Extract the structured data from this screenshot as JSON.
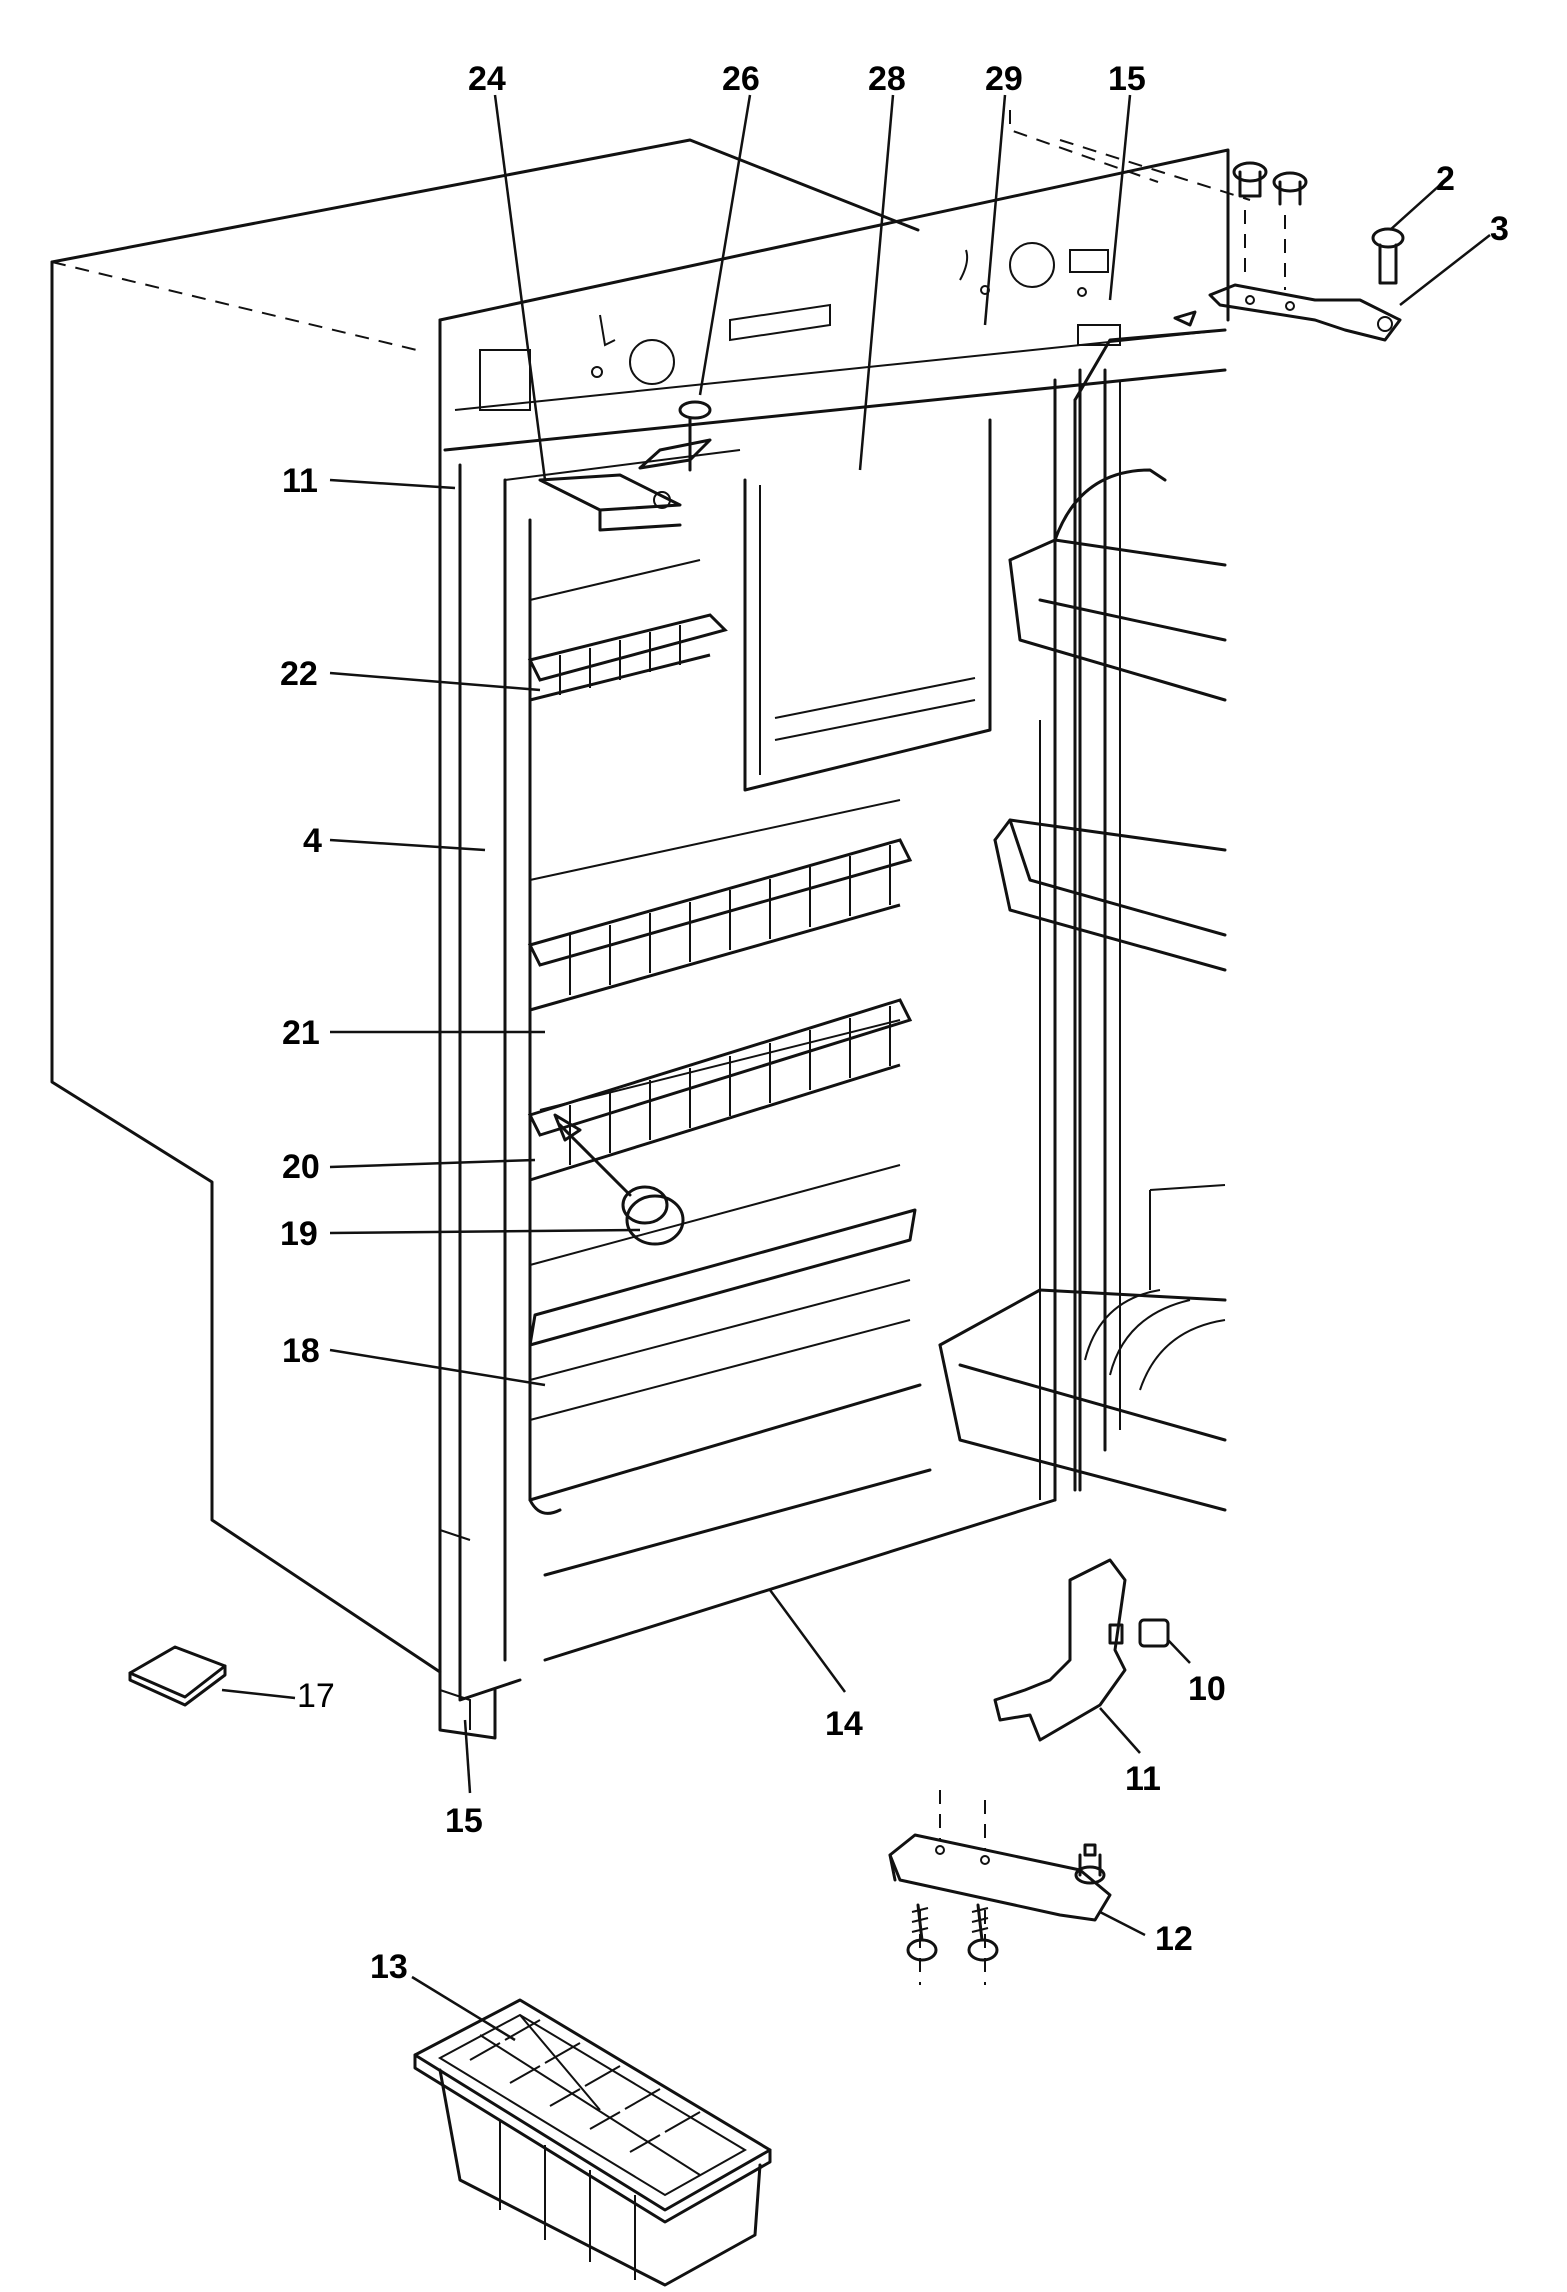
{
  "diagram": {
    "part_labels": {
      "p24": "24",
      "p26": "26",
      "p28": "28",
      "p29": "29",
      "p15_top": "15",
      "p2": "2",
      "p3": "3",
      "p11_left": "11",
      "p22": "22",
      "p4": "4",
      "p21": "21",
      "p20": "20",
      "p19": "19",
      "p18": "18",
      "p17": "17",
      "p14": "14",
      "p15_bottom": "15",
      "p10": "10",
      "p11_right": "11",
      "p12": "12",
      "p13": "13"
    }
  }
}
